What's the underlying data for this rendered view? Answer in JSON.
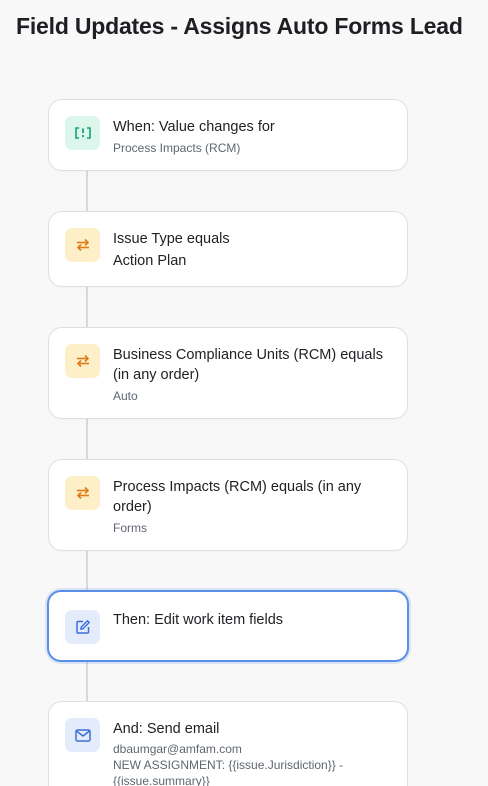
{
  "title": "Field Updates - Assigns Auto Forms Lead",
  "colors": {
    "trigger_icon": "#10a37f",
    "condition_icon": "#e07a16",
    "action_icon": "#3b6fd8",
    "selected_border": "#5b8ee6"
  },
  "steps": [
    {
      "icon": "trigger-icon",
      "main": "When: Value changes for",
      "sub": "Process Impacts (RCM)"
    },
    {
      "icon": "branch-arrows-icon",
      "main": "Issue Type equals",
      "value": "Action Plan"
    },
    {
      "icon": "branch-arrows-icon",
      "main": "Business Compliance Units (RCM) equals (in any order)",
      "sub": "Auto"
    },
    {
      "icon": "branch-arrows-icon",
      "main": "Process Impacts (RCM) equals (in any order)",
      "sub": "Forms"
    },
    {
      "icon": "edit-icon",
      "main": "Then: Edit work item fields",
      "selected": true
    },
    {
      "icon": "mail-icon",
      "main": "And: Send email",
      "sub": "dbaumgar@amfam.com",
      "sub2": "NEW ASSIGNMENT: {{issue.Jurisdiction}} - {{issue.summary}}"
    }
  ]
}
